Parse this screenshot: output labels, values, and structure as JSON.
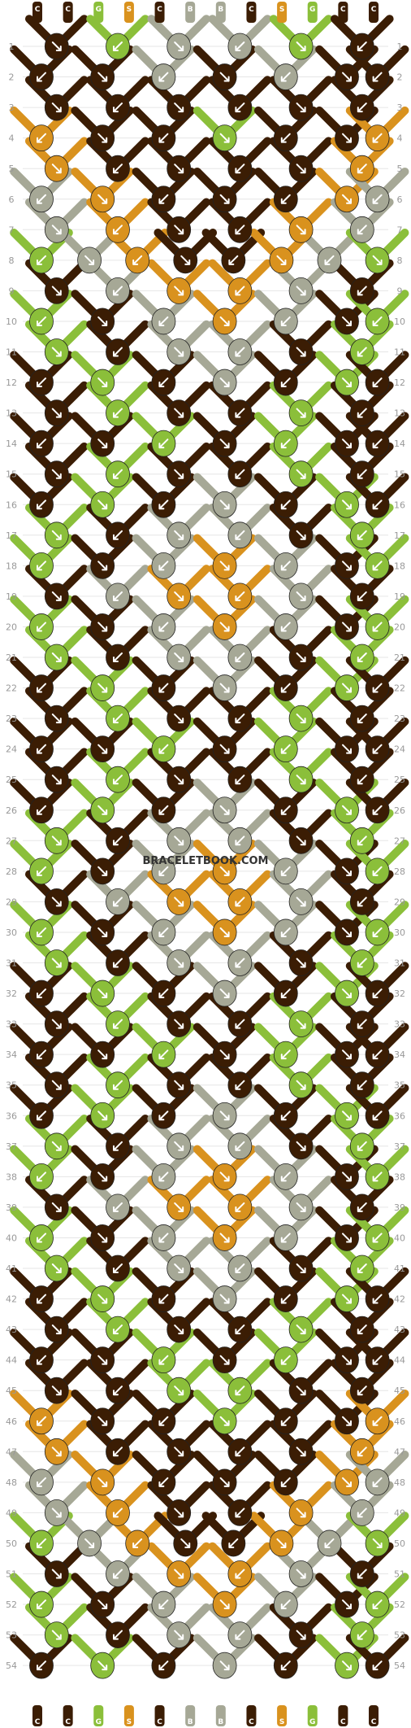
{
  "watermark": "BRACELETBOOK.COM",
  "colors": {
    "C": "#3b1d04",
    "G": "#8bbf3a",
    "S": "#d9921e",
    "B": "#a6a896"
  },
  "string_letters": [
    "C",
    "C",
    "G",
    "S",
    "C",
    "B",
    "B",
    "C",
    "S",
    "G",
    "C",
    "C"
  ],
  "row_labels": [
    "1",
    "2",
    "3",
    "4",
    "5",
    "6",
    "7",
    "8",
    "9",
    "10",
    "11",
    "12",
    "13",
    "14",
    "15",
    "16",
    "17",
    "18",
    "19",
    "20",
    "21",
    "22",
    "23",
    "24",
    "25",
    "26",
    "27",
    "28",
    "29",
    "30",
    "31",
    "32",
    "33",
    "34",
    "35",
    "36",
    "37",
    "38",
    "39",
    "40",
    "41",
    "42",
    "43",
    "44",
    "45",
    "46",
    "47",
    "48",
    "49",
    "50",
    "51",
    "52",
    "53",
    "54"
  ],
  "knots": [
    [
      "C",
      "G",
      "B",
      "B",
      "G",
      "C"
    ],
    [
      "C",
      "C",
      "B",
      "C",
      "B",
      "C",
      "C"
    ],
    [
      "C",
      "C",
      "C",
      "C",
      "C",
      "C"
    ],
    [
      "S",
      "C",
      "C",
      "G",
      "C",
      "C",
      "S"
    ],
    [
      "S",
      "C",
      "C",
      "C",
      "C",
      "S"
    ],
    [
      "B",
      "S",
      "C",
      "C",
      "C",
      "S",
      "B"
    ],
    [
      "B",
      "S",
      "C",
      "C",
      "S",
      "B"
    ],
    [
      "G",
      "B",
      "S",
      "C",
      "C",
      "S",
      "B",
      "G"
    ],
    [
      "C",
      "B",
      "S",
      "S",
      "B",
      "C"
    ],
    [
      "G",
      "C",
      "B",
      "S",
      "B",
      "C",
      "G"
    ],
    [
      "G",
      "C",
      "B",
      "B",
      "C",
      "G"
    ],
    [
      "C",
      "G",
      "C",
      "B",
      "C",
      "G",
      "C"
    ],
    [
      "C",
      "G",
      "C",
      "C",
      "G",
      "C"
    ],
    [
      "C",
      "C",
      "G",
      "C",
      "G",
      "C",
      "C"
    ],
    [
      "C",
      "G",
      "C",
      "C",
      "G",
      "C"
    ],
    [
      "C",
      "G",
      "C",
      "B",
      "C",
      "G",
      "C"
    ],
    [
      "G",
      "C",
      "B",
      "B",
      "C",
      "G"
    ],
    [
      "G",
      "C",
      "B",
      "S",
      "B",
      "C",
      "G"
    ],
    [
      "C",
      "B",
      "S",
      "S",
      "B",
      "C"
    ],
    [
      "G",
      "C",
      "B",
      "S",
      "B",
      "C",
      "G"
    ],
    [
      "G",
      "C",
      "B",
      "B",
      "C",
      "G"
    ],
    [
      "C",
      "G",
      "C",
      "B",
      "C",
      "G",
      "C"
    ],
    [
      "C",
      "G",
      "C",
      "C",
      "G",
      "C"
    ],
    [
      "C",
      "C",
      "G",
      "C",
      "G",
      "C",
      "C"
    ],
    [
      "C",
      "G",
      "C",
      "C",
      "G",
      "C"
    ],
    [
      "C",
      "G",
      "C",
      "B",
      "C",
      "G",
      "C"
    ],
    [
      "G",
      "C",
      "B",
      "B",
      "C",
      "G"
    ],
    [
      "G",
      "C",
      "B",
      "S",
      "B",
      "C",
      "G"
    ],
    [
      "C",
      "B",
      "S",
      "S",
      "B",
      "C"
    ],
    [
      "G",
      "C",
      "B",
      "S",
      "B",
      "C",
      "G"
    ],
    [
      "G",
      "C",
      "B",
      "B",
      "C",
      "G"
    ],
    [
      "C",
      "G",
      "C",
      "B",
      "C",
      "G",
      "C"
    ],
    [
      "C",
      "G",
      "C",
      "C",
      "G",
      "C"
    ],
    [
      "C",
      "C",
      "G",
      "C",
      "G",
      "C",
      "C"
    ],
    [
      "C",
      "G",
      "C",
      "C",
      "G",
      "C"
    ],
    [
      "C",
      "G",
      "C",
      "B",
      "C",
      "G",
      "C"
    ],
    [
      "G",
      "C",
      "B",
      "B",
      "C",
      "G"
    ],
    [
      "G",
      "C",
      "B",
      "S",
      "B",
      "C",
      "G"
    ],
    [
      "C",
      "B",
      "S",
      "S",
      "B",
      "C"
    ],
    [
      "G",
      "C",
      "B",
      "S",
      "B",
      "C",
      "G"
    ],
    [
      "G",
      "C",
      "B",
      "B",
      "C",
      "G"
    ],
    [
      "C",
      "G",
      "C",
      "B",
      "C",
      "G",
      "C"
    ],
    [
      "C",
      "G",
      "C",
      "C",
      "G",
      "C"
    ],
    [
      "C",
      "C",
      "G",
      "C",
      "G",
      "C",
      "C"
    ],
    [
      "C",
      "C",
      "G",
      "G",
      "C",
      "C"
    ],
    [
      "S",
      "C",
      "C",
      "G",
      "C",
      "C",
      "S"
    ],
    [
      "S",
      "C",
      "C",
      "C",
      "C",
      "S"
    ],
    [
      "B",
      "S",
      "C",
      "C",
      "C",
      "S",
      "B"
    ],
    [
      "B",
      "S",
      "C",
      "C",
      "S",
      "B"
    ],
    [
      "G",
      "B",
      "S",
      "C",
      "C",
      "S",
      "B",
      "G"
    ],
    [
      "C",
      "B",
      "S",
      "S",
      "B",
      "C"
    ],
    [
      "G",
      "C",
      "B",
      "S",
      "B",
      "C",
      "G"
    ],
    [
      "G",
      "C",
      "B",
      "B",
      "C",
      "G"
    ],
    [
      "C",
      "G",
      "C",
      "B",
      "C",
      "G",
      "C"
    ]
  ]
}
